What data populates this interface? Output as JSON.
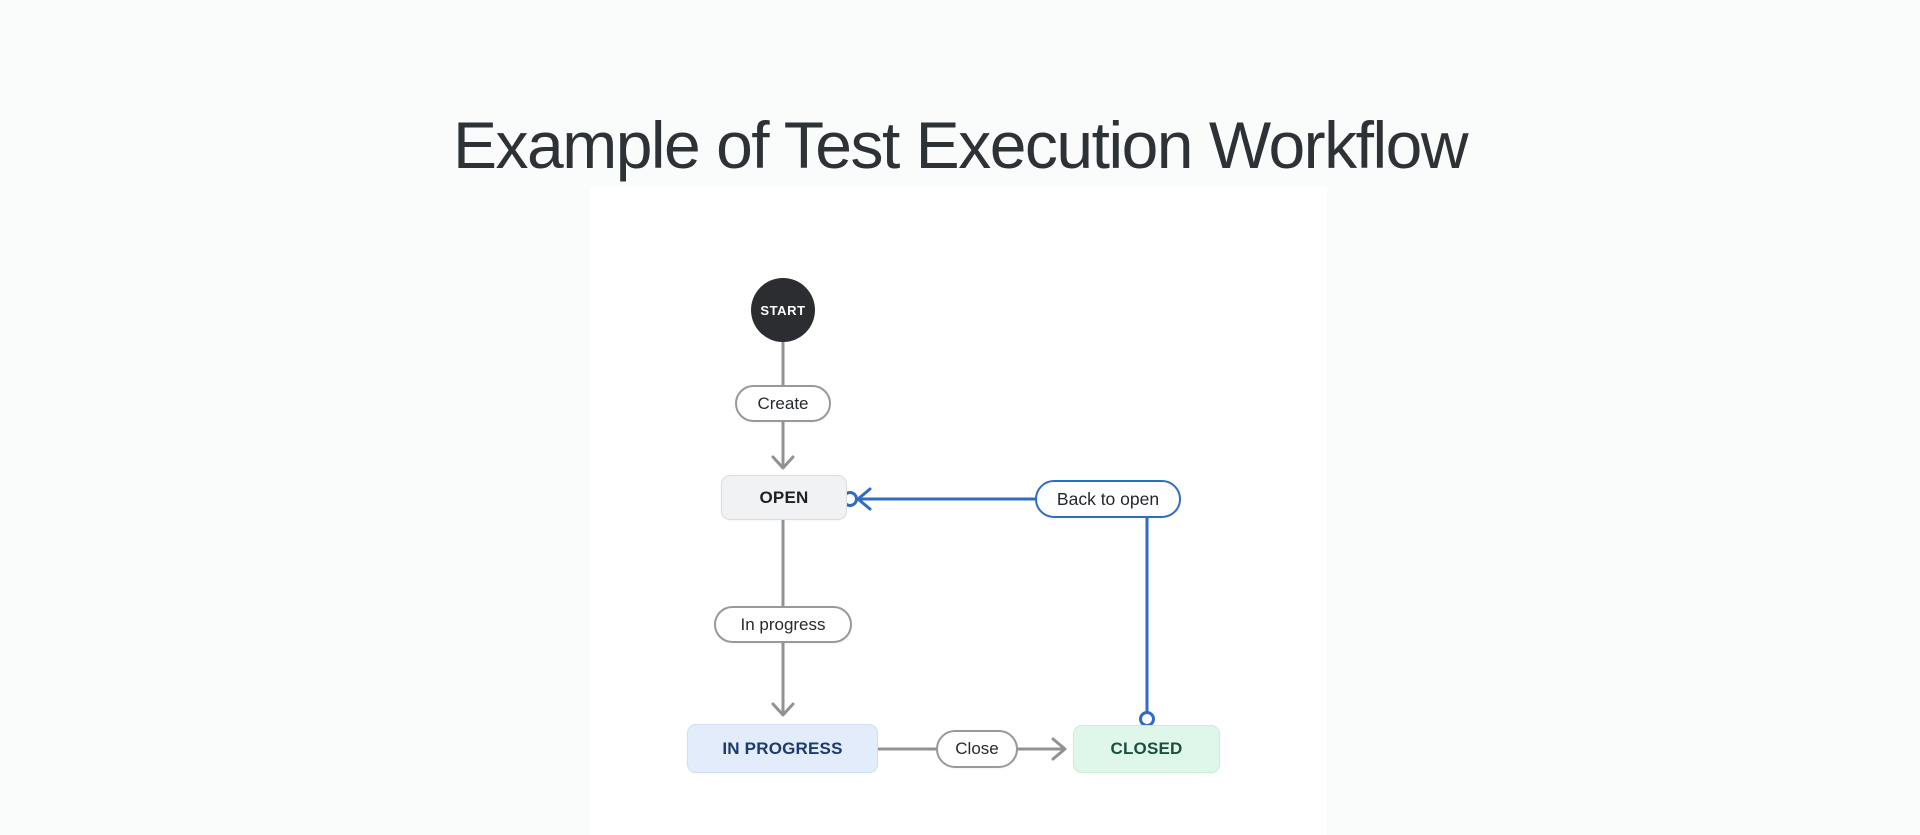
{
  "page": {
    "title": "Example of Test Execution Workflow"
  },
  "colors": {
    "page_background": "#fafbfb",
    "canvas_background": "#ffffff",
    "connector_gray": "#909396",
    "connector_blue": "#2f6cc3",
    "start_node_background": "#2b2d30",
    "start_node_text": "#ffffff",
    "status_open_background": "#f1f2f3",
    "status_open_text": "#1d2125",
    "status_in_progress_background": "#e2ecfa",
    "status_in_progress_text": "#1b3c6d",
    "status_closed_background": "#dff7eb",
    "status_closed_text": "#1a5138",
    "transition_border": "#97999c",
    "transition_text": "#26292d",
    "title_text": "#2d3237"
  },
  "diagram": {
    "start": {
      "label": "START"
    },
    "statuses": {
      "open": {
        "label": "OPEN"
      },
      "in_progress": {
        "label": "IN PROGRESS"
      },
      "closed": {
        "label": "CLOSED"
      }
    },
    "transitions": {
      "create": {
        "label": "Create"
      },
      "in_progress": {
        "label": "In progress"
      },
      "close": {
        "label": "Close"
      },
      "back_to_open": {
        "label": "Back to open"
      }
    },
    "edges": [
      {
        "from": "START",
        "via": "Create",
        "to": "OPEN"
      },
      {
        "from": "OPEN",
        "via": "In progress",
        "to": "IN PROGRESS"
      },
      {
        "from": "IN PROGRESS",
        "via": "Close",
        "to": "CLOSED"
      },
      {
        "from": "CLOSED",
        "via": "Back to open",
        "to": "OPEN"
      }
    ]
  }
}
